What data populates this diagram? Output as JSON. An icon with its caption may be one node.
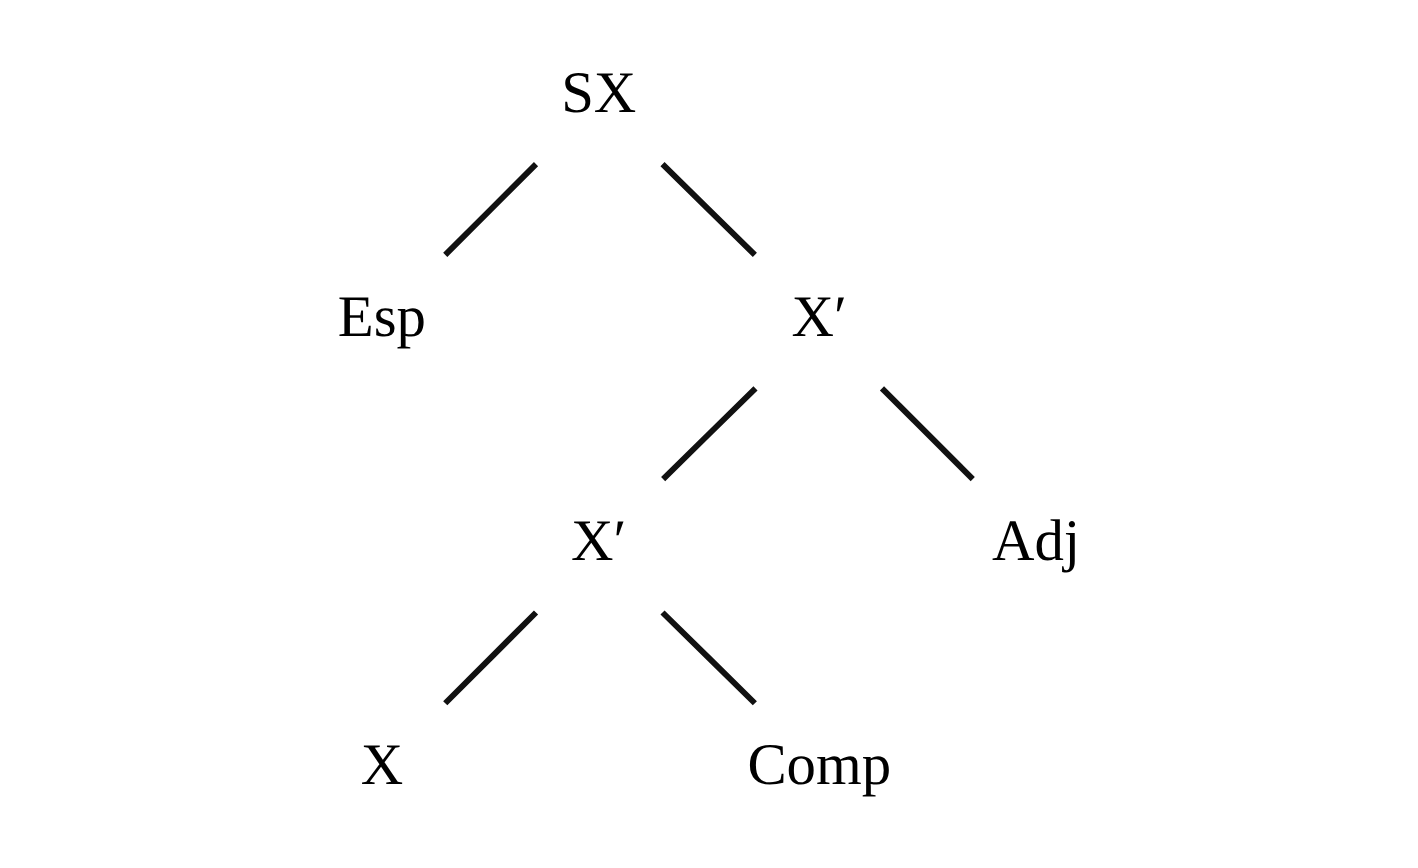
{
  "diagram": {
    "nodes": [
      {
        "text": [
          "SX"
        ]
      },
      {
        "text": [
          "Esp"
        ]
      },
      {
        "text": [
          "X′"
        ]
      },
      {
        "text": [
          "X′"
        ]
      },
      {
        "text": [
          "Adj"
        ]
      },
      {
        "text": [
          "X"
        ]
      },
      {
        "text": [
          "Comp"
        ]
      }
    ],
    "edges": [
      {
        "from": 0,
        "to": 1,
        "arrow": "none"
      },
      {
        "from": 0,
        "to": 2,
        "arrow": "none"
      },
      {
        "from": 2,
        "to": 3,
        "arrow": "none"
      },
      {
        "from": 2,
        "to": 4,
        "arrow": "none"
      },
      {
        "from": 3,
        "to": 5,
        "arrow": "none"
      },
      {
        "from": 3,
        "to": 6,
        "arrow": "none"
      }
    ]
  }
}
